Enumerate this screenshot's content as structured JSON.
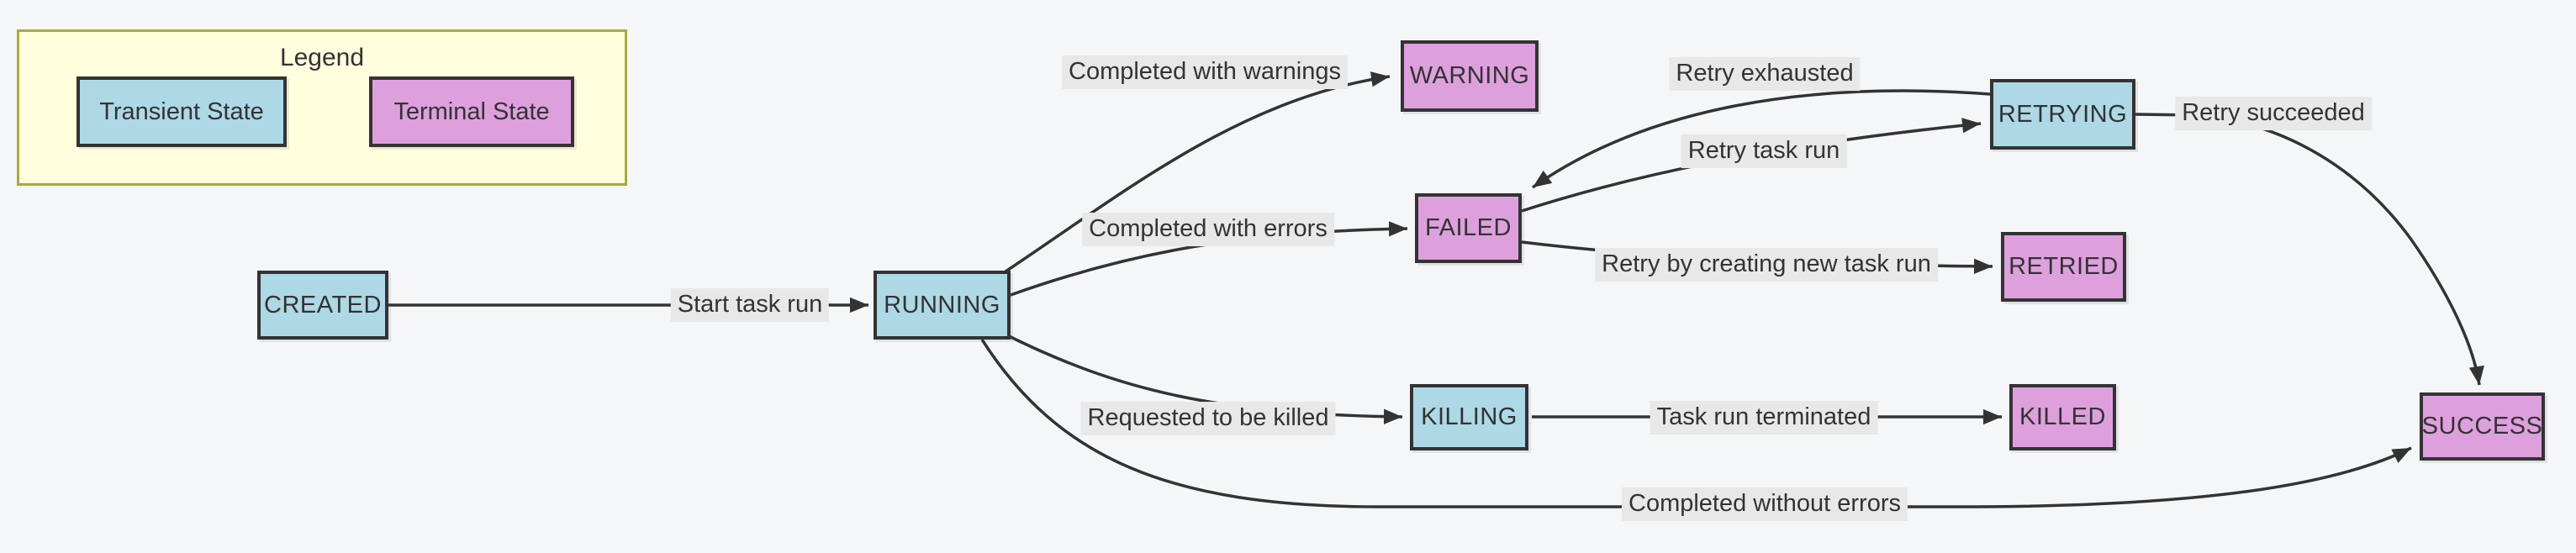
{
  "diagram": {
    "type": "state-flowchart",
    "background_color": "#f4f6f8",
    "colors": {
      "transient_fill": "#add8e6",
      "terminal_fill": "#dda0dd",
      "node_border": "#333333",
      "edge_color": "#333333",
      "edge_label_bg": "#e8e8e8",
      "legend_fill": "#ffffde",
      "legend_border": "#aaaa33",
      "text": "#333333"
    },
    "legend": {
      "title": "Legend",
      "items": [
        {
          "label": "Transient State",
          "type": "transient"
        },
        {
          "label": "Terminal State",
          "type": "terminal"
        }
      ]
    },
    "nodes": [
      {
        "id": "created",
        "label": "CREATED",
        "type": "transient"
      },
      {
        "id": "running",
        "label": "RUNNING",
        "type": "transient"
      },
      {
        "id": "warning",
        "label": "WARNING",
        "type": "terminal"
      },
      {
        "id": "failed",
        "label": "FAILED",
        "type": "terminal"
      },
      {
        "id": "retrying",
        "label": "RETRYING",
        "type": "transient"
      },
      {
        "id": "retried",
        "label": "RETRIED",
        "type": "terminal"
      },
      {
        "id": "killing",
        "label": "KILLING",
        "type": "transient"
      },
      {
        "id": "killed",
        "label": "KILLED",
        "type": "terminal"
      },
      {
        "id": "success",
        "label": "SUCCESS",
        "type": "terminal"
      }
    ],
    "edges": [
      {
        "from": "CREATED",
        "to": "RUNNING",
        "label": "Start task run"
      },
      {
        "from": "RUNNING",
        "to": "WARNING",
        "label": "Completed with warnings"
      },
      {
        "from": "RUNNING",
        "to": "FAILED",
        "label": "Completed with errors"
      },
      {
        "from": "RUNNING",
        "to": "KILLING",
        "label": "Requested to be killed"
      },
      {
        "from": "RUNNING",
        "to": "SUCCESS",
        "label": "Completed without errors"
      },
      {
        "from": "FAILED",
        "to": "RETRYING",
        "label": "Retry task run"
      },
      {
        "from": "RETRYING",
        "to": "FAILED",
        "label": "Retry exhausted"
      },
      {
        "from": "FAILED",
        "to": "RETRIED",
        "label": "Retry by creating new task run"
      },
      {
        "from": "KILLING",
        "to": "KILLED",
        "label": "Task run terminated"
      },
      {
        "from": "RETRYING",
        "to": "SUCCESS",
        "label": "Retry succeeded"
      }
    ]
  }
}
